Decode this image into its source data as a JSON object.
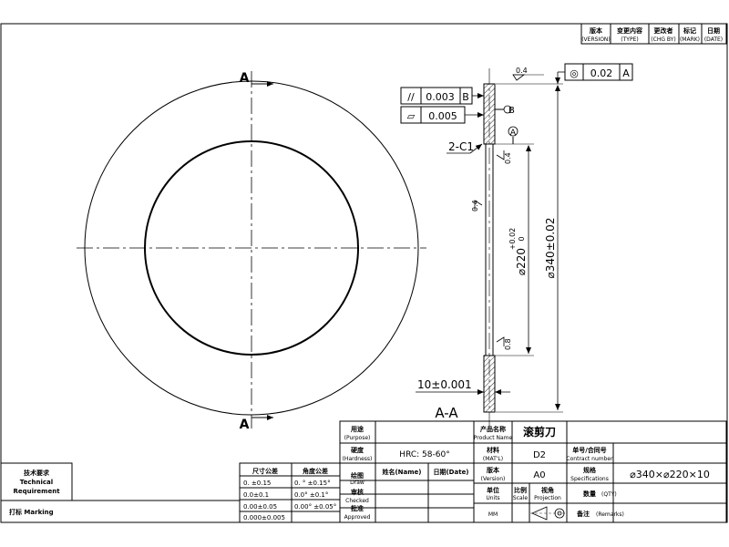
{
  "revision_header": {
    "cells": [
      {
        "cn": "版本",
        "en": "(VERSION)"
      },
      {
        "cn": "变更内容",
        "en": "(TYPE)"
      },
      {
        "cn": "更改者",
        "en": "(CHG BY)"
      },
      {
        "cn": "标记",
        "en": "(MARK)"
      },
      {
        "cn": "日期",
        "en": "(DATE)"
      }
    ]
  },
  "front_view": {
    "section_letter_top": "A",
    "section_letter_bottom": "A"
  },
  "section_view": {
    "label": "A-A",
    "fcf_parallel": {
      "symbol": "//",
      "value": "0.003",
      "datum": "B"
    },
    "fcf_flatness": {
      "symbol": "▱",
      "value": "0.005"
    },
    "fcf_coaxiality": {
      "symbol": "◎",
      "value": "0.02",
      "datum": "A"
    },
    "datum_b": "B",
    "datum_a": "A",
    "chamfer": "2-C1",
    "inner_diameter": "⌀220",
    "inner_tol_upper": "+0.02",
    "inner_tol_lower": "0",
    "outer_diameter": "⌀340±0.02",
    "thickness": "10±0.001",
    "roughness": [
      "0.4",
      "0.4",
      "0.4",
      "0.8"
    ]
  },
  "tolerance_table": {
    "header": [
      "尺寸公差",
      "角度公差"
    ],
    "rows": [
      [
        "0. ±0.15",
        "0. ° ±0.15°"
      ],
      [
        "0.0±0.1",
        "0.0° ±0.1°"
      ],
      [
        "0.00±0.05",
        "0.00° ±0.05°"
      ],
      [
        "0.000±0.005",
        ""
      ]
    ]
  },
  "tech_requirements": {
    "cn": "技术要求",
    "en1": "Technical",
    "en2": "Requirement",
    "marking": "打标 Marking"
  },
  "title_block": {
    "purpose": {
      "cn": "用途",
      "en": "(Purpose)",
      "value": ""
    },
    "hardness": {
      "cn": "硬度",
      "en": "(Hardness)",
      "value": "HRC: 58-60°"
    },
    "drawn": {
      "cn": "绘图",
      "en": "Draw"
    },
    "checked": {
      "cn": "审核",
      "en": "Checked"
    },
    "approved": {
      "cn": "批准",
      "en": "Approved"
    },
    "name_label": "姓名(Name)",
    "date_label": "日期(Date)",
    "product_name": {
      "cn": "产品名称",
      "en": "Product Name",
      "value": "滚剪刀"
    },
    "material": {
      "cn": "材料",
      "en": "(MAT'L)",
      "value": "D2"
    },
    "version": {
      "cn": "版本",
      "en": "(Version)",
      "value": "A0"
    },
    "contract": {
      "cn": "单号/合同号",
      "en": "Contract number",
      "value": ""
    },
    "specifications": {
      "cn": "规格",
      "en": "Specifications",
      "value": "⌀340×⌀220×10"
    },
    "units": {
      "cn": "单位",
      "en": "Units",
      "value": "MM"
    },
    "scale": {
      "cn": "比例",
      "en": "Scale",
      "value": ""
    },
    "projection": {
      "cn": "视角",
      "en": "Projection"
    },
    "quantity": {
      "cn": "数量",
      "en": "(QTY)"
    },
    "remarks": {
      "cn": "备注",
      "en": "(Remarks)"
    }
  },
  "colors": {
    "line": "#000000",
    "hatch": "#000000",
    "background": "#ffffff"
  }
}
